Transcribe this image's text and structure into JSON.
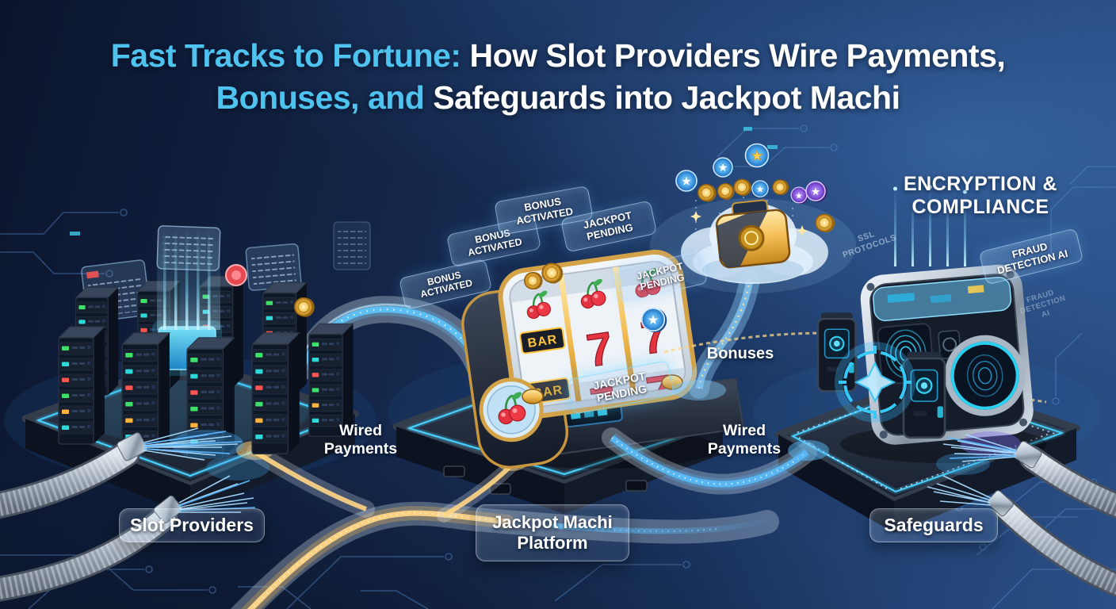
{
  "title": {
    "line1_accent": "Fast Tracks to Fortune: ",
    "line1_main": "How Slot Providers Wire Payments,",
    "line2_accent": "Bonuses, and ",
    "line2_main": "Safeguards into Jackpot Machi"
  },
  "tags": {
    "bonus_line1": "BONUS",
    "bonus_line2": "ACTIVATED",
    "jackpot_line1": "JACKPOT",
    "jackpot_line2": "PENDING"
  },
  "flows": {
    "wired_line1": "Wired",
    "wired_line2": "Payments",
    "bonuses": "Bonuses"
  },
  "stations": {
    "left_label": "Slot Providers",
    "middle_label_line1": "Jackpot Machi",
    "middle_label_line2": "Platform",
    "right_label": "Safeguards"
  },
  "safeguards": {
    "heading_line1": "ENCRYPTION &",
    "heading_line2": "COMPLIANCE",
    "fraud_tag_line1": "FRAUD",
    "fraud_tag_line2": "DETECTION AI",
    "ssl_watermark": "SSL PROTOCOLS",
    "fraud_watermark_line1": "FRAUD",
    "fraud_watermark_line2": "DETECTION AI"
  },
  "slot_machine": {
    "bar_label": "BAR",
    "seven": "7"
  },
  "icons": {
    "star": "★"
  },
  "colors": {
    "title_accent": "#4fc3f0",
    "title_main": "#ffffff",
    "glow_cyan": "#49d2ff",
    "stream_gold": "#f5c76a",
    "stream_blue": "#58b8f5",
    "seven_red": "#e53340",
    "bar_gold": "#ffc53d",
    "background_deep": "#0c1730",
    "background_light": "#2b5188"
  }
}
